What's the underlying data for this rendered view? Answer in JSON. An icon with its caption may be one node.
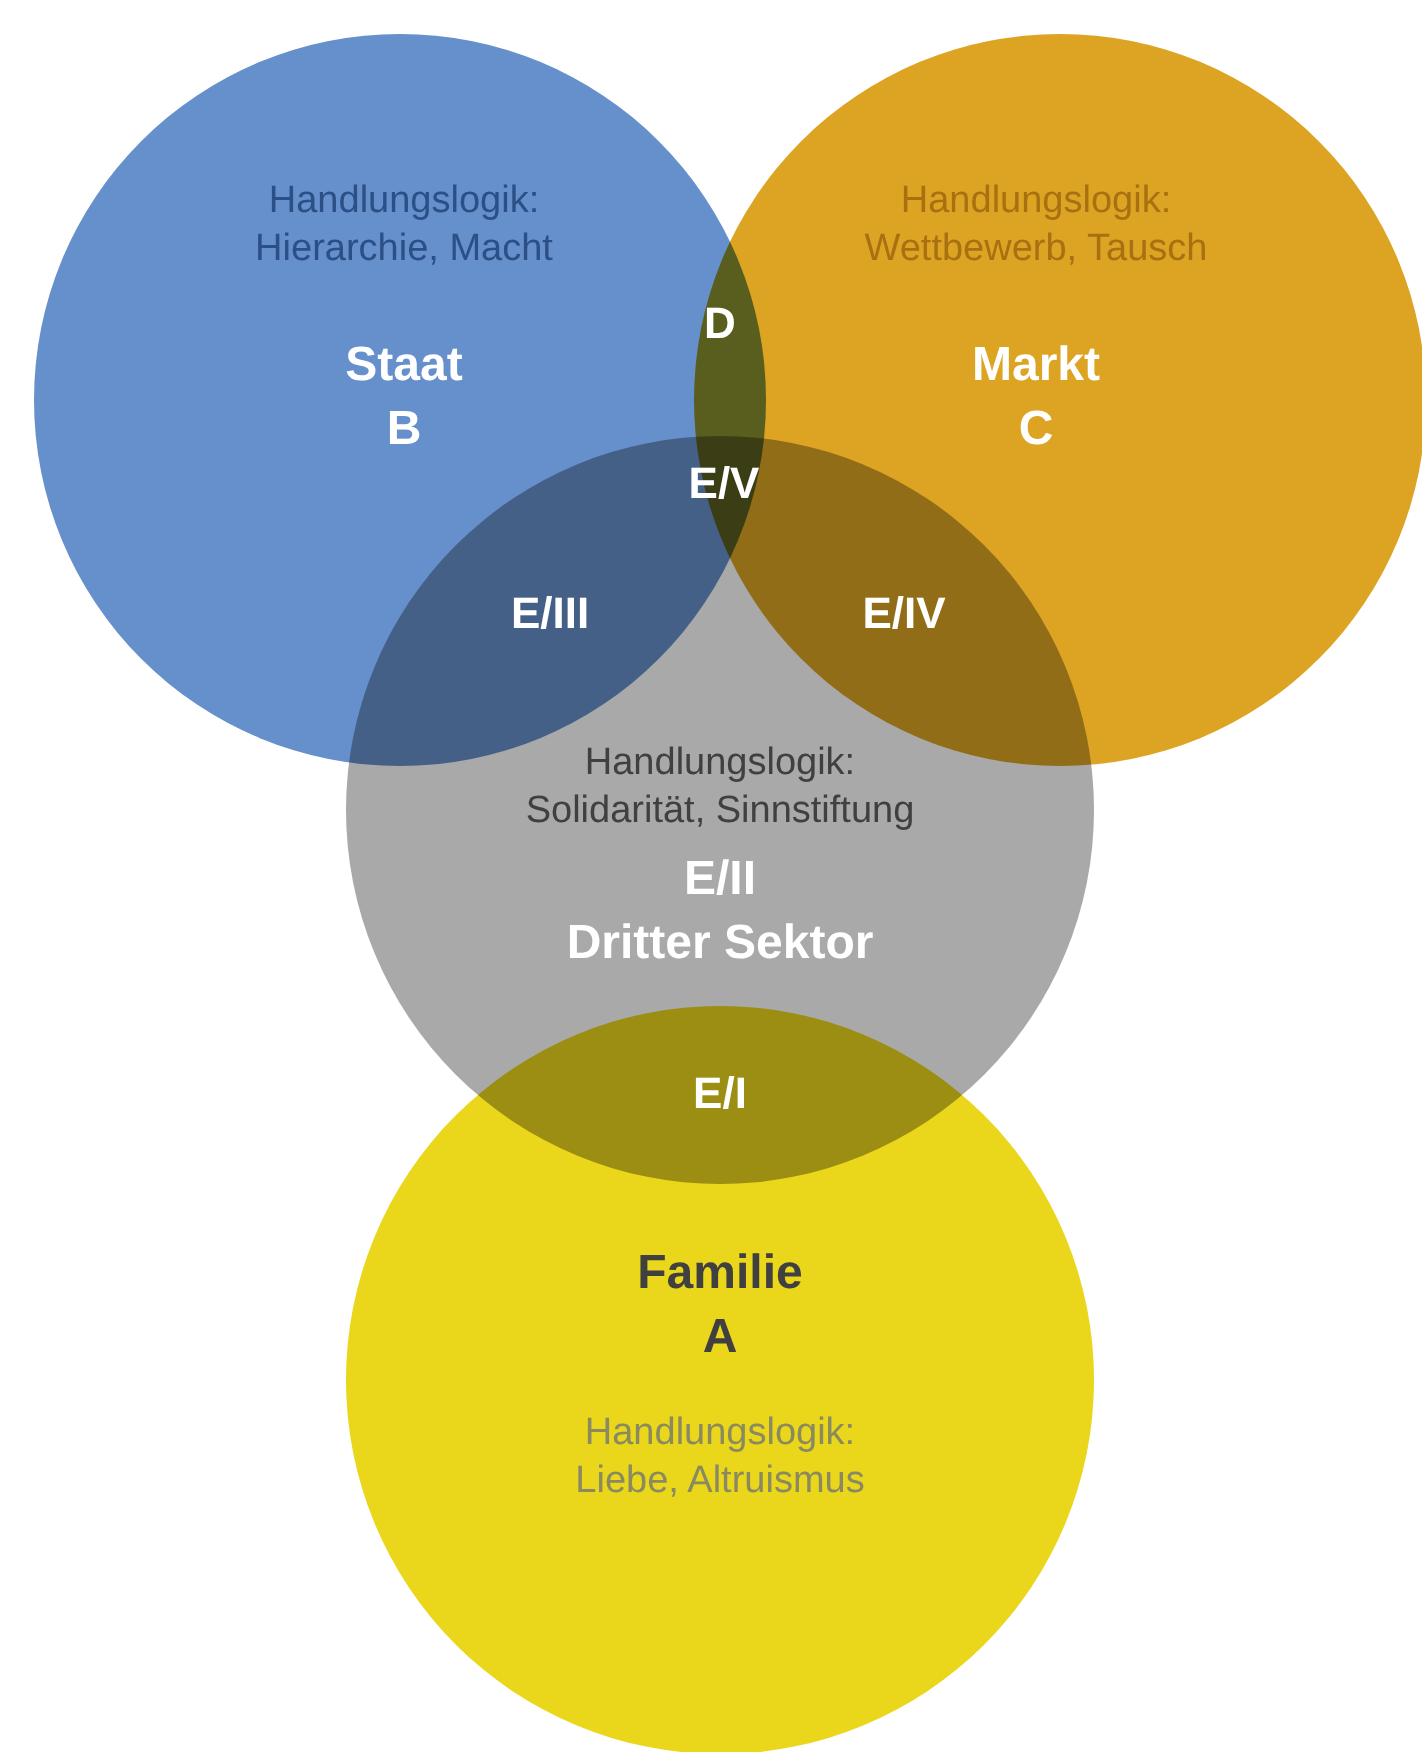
{
  "diagram": {
    "nodes": [
      {
        "text": [
          "Handlungslogik: Hierarchie, Macht",
          "Staat B"
        ]
      },
      {
        "text": [
          "Handlungslogik: Wettbewerb, Tausch",
          "Markt C"
        ]
      },
      {
        "text": [
          "Handlungslogik: Solidarität, Sinnstiftung",
          "E/II Dritter Sektor"
        ]
      },
      {
        "text": [
          "Familie A",
          "Handlungslogik: Liebe, Altruismus"
        ]
      }
    ],
    "labels": [
      "D",
      "E/V",
      "E/III",
      "E/IV",
      "E/I"
    ]
  }
}
